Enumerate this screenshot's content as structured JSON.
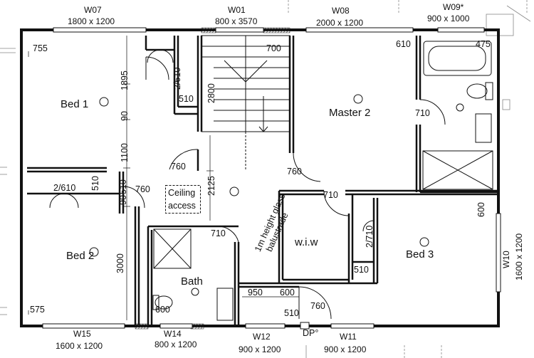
{
  "rooms": {
    "bed1": "Bed 1",
    "bed2": "Bed 2",
    "bed3": "Bed 3",
    "master2": "Master 2",
    "wiw": "w.i.w",
    "bath": "Bath",
    "ceiling_access_1": "Ceiling",
    "ceiling_access_2": "access"
  },
  "windows": {
    "w07": {
      "code": "W07",
      "size": "1800 x 1200"
    },
    "w01": {
      "code": "W01",
      "size": "800 x 3570"
    },
    "w08": {
      "code": "W08",
      "size": "2000 x 1200"
    },
    "w09": {
      "code": "W09*",
      "size": "900 x 1000"
    },
    "w15": {
      "code": "W15",
      "size": "1600 x 1200"
    },
    "w14": {
      "code": "W14",
      "size": "800 x 1200"
    },
    "w12": {
      "code": "W12",
      "size": "900 x 1200"
    },
    "w11": {
      "code": "W11",
      "size": "900 x 1200"
    },
    "w10": {
      "code": "W10",
      "size": "1600 x 1200"
    }
  },
  "dimensions": {
    "d755": "755",
    "d700": "700",
    "d610": "610",
    "d475": "475",
    "d2_610_top": "2/610",
    "d510_bed1": "510",
    "d2800": "2800",
    "d1895": "1895",
    "d1100": "1100",
    "d90_a": "90",
    "d710_master": "710",
    "d760_bed1": "760",
    "d760_stair": "760",
    "d2125": "2125",
    "d2_610_bed2": "2/610",
    "d510_bed2": "510",
    "d90_b": "90",
    "d510_mid": "510",
    "d760_bed2": "760",
    "d710_wiw": "710",
    "d2_710": "2/710",
    "d510_bed3": "510",
    "d600_bed3": "600",
    "d710_bath": "710",
    "d3000": "3000",
    "d950": "950",
    "d600_hall": "600",
    "d760_hall": "760",
    "d510_hall": "510",
    "d575": "575",
    "d600_bath": "600"
  },
  "notes": {
    "balustrade_1": "1m height glass",
    "balustrade_2": "balustrade",
    "dp": "DP°"
  }
}
